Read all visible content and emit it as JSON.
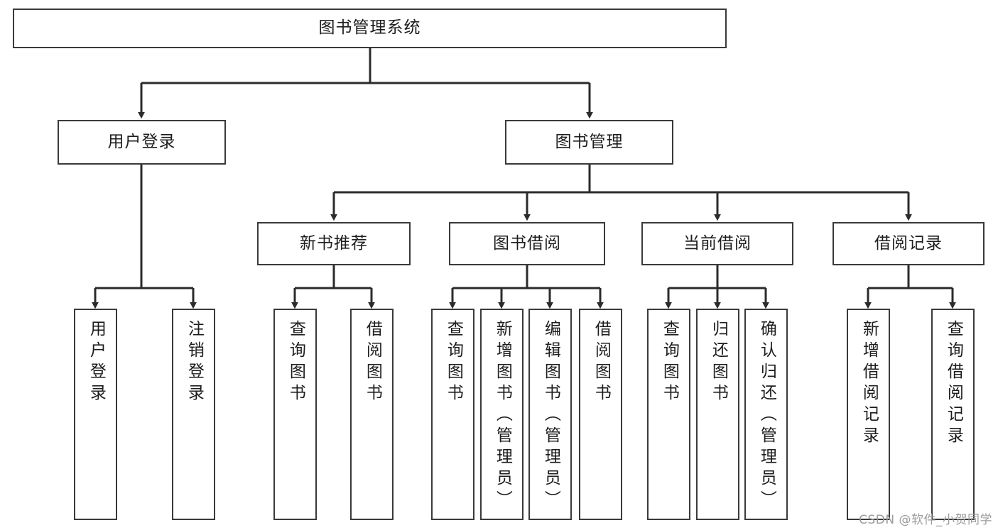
{
  "diagram": {
    "type": "tree-hierarchy",
    "title": "图书管理系统",
    "watermark": "CSDN @软件_小贺同学",
    "colors": {
      "box_border": "#3a3a3a",
      "box_fill": "#ffffff",
      "connector": "#2b2b2b",
      "text": "#1d1d1d",
      "watermark": "#9b9b9b"
    },
    "nodes": {
      "root": {
        "label": "图书管理系统",
        "level": 1,
        "orientation": "horizontal"
      },
      "l2": [
        {
          "id": "user-login",
          "label": "用户登录",
          "level": 2,
          "orientation": "horizontal"
        },
        {
          "id": "book-manage",
          "label": "图书管理",
          "level": 2,
          "orientation": "horizontal"
        }
      ],
      "l3": [
        {
          "id": "new-book-rec",
          "label": "新书推荐",
          "level": 3,
          "orientation": "horizontal"
        },
        {
          "id": "book-borrow",
          "label": "图书借阅",
          "level": 3,
          "orientation": "horizontal"
        },
        {
          "id": "current-borrow",
          "label": "当前借阅",
          "level": 3,
          "orientation": "horizontal"
        },
        {
          "id": "borrow-record",
          "label": "借阅记录",
          "level": 3,
          "orientation": "horizontal"
        }
      ],
      "leaves": [
        {
          "id": "leaf-user-login",
          "label": "用户登录",
          "parent": "user-login",
          "orientation": "vertical"
        },
        {
          "id": "leaf-user-logout",
          "label": "注销登录",
          "parent": "user-login",
          "orientation": "vertical"
        },
        {
          "id": "leaf-query-book-1",
          "label": "查询图书",
          "parent": "new-book-rec",
          "orientation": "vertical"
        },
        {
          "id": "leaf-borrow-book-1",
          "label": "借阅图书",
          "parent": "new-book-rec",
          "orientation": "vertical"
        },
        {
          "id": "leaf-query-book-2",
          "label": "查询图书",
          "parent": "book-borrow",
          "orientation": "vertical"
        },
        {
          "id": "leaf-add-book",
          "label": "新增图书（管理员）",
          "parent": "book-borrow",
          "orientation": "vertical"
        },
        {
          "id": "leaf-edit-book",
          "label": "编辑图书（管理员）",
          "parent": "book-borrow",
          "orientation": "vertical"
        },
        {
          "id": "leaf-borrow-book-2",
          "label": "借阅图书",
          "parent": "book-borrow",
          "orientation": "vertical"
        },
        {
          "id": "leaf-query-book-3",
          "label": "查询图书",
          "parent": "current-borrow",
          "orientation": "vertical"
        },
        {
          "id": "leaf-return-book",
          "label": "归还图书",
          "parent": "current-borrow",
          "orientation": "vertical"
        },
        {
          "id": "leaf-confirm-return",
          "label": "确认归还（管理员）",
          "parent": "current-borrow",
          "orientation": "vertical"
        },
        {
          "id": "leaf-add-record",
          "label": "新增借阅记录",
          "parent": "borrow-record",
          "orientation": "vertical"
        },
        {
          "id": "leaf-query-record",
          "label": "查询借阅记录",
          "parent": "borrow-record",
          "orientation": "vertical"
        }
      ]
    }
  }
}
